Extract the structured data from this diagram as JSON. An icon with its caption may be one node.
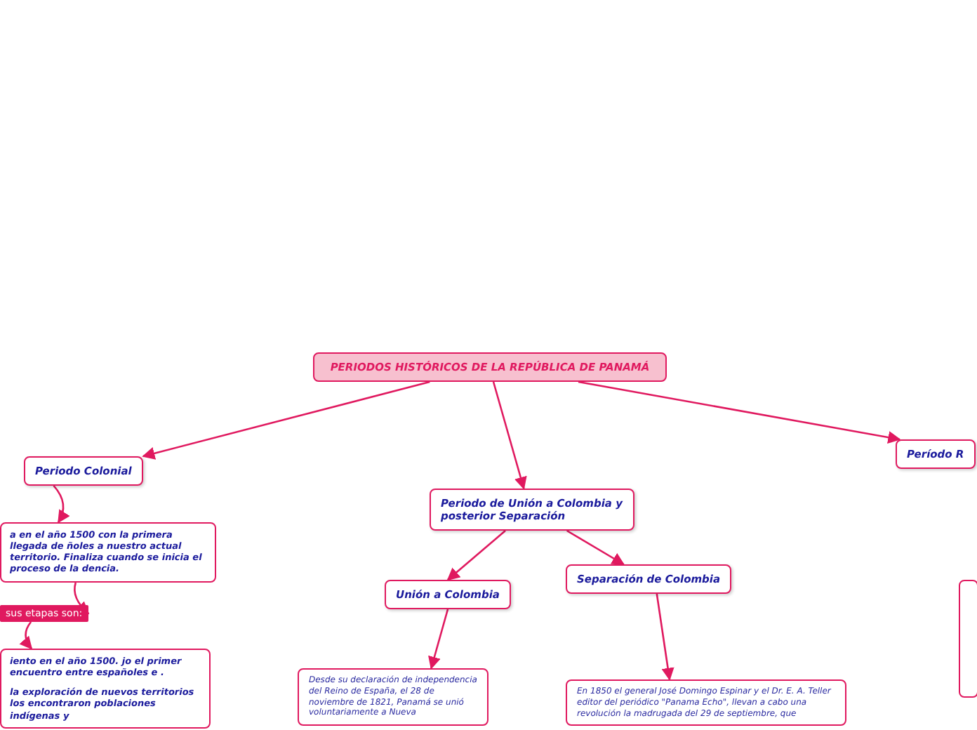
{
  "diagram": {
    "nodes": [
      {
        "text": [
          "PERIODOS HISTÓRICOS DE LA  REPÚBLICA DE PANAMÁ"
        ]
      },
      {
        "text": [
          "Periodo Colonial"
        ]
      },
      {
        "text": [
          "a en el año 1500 con la primera llegada de ñoles a nuestro actual territorio. Finaliza cuando se inicia el proceso de la dencia."
        ]
      },
      {
        "text": [
          "sus etapas son:"
        ]
      },
      {
        "text": [
          "iento en el año 1500. jo el primer encuentro entre españoles e .",
          "la exploración de nuevos territorios los encontraron poblaciones indígenas y"
        ]
      },
      {
        "text": [
          "Periodo de Unión a Colombia y posterior Separación"
        ]
      },
      {
        "text": [
          "Unión a Colombia"
        ]
      },
      {
        "text": [
          "Separación de Colombia"
        ]
      },
      {
        "text": [
          "Desde su declaración de independencia del Reino de España, el 28 de noviembre de 1821, Panamá se unió voluntariamente a Nueva"
        ]
      },
      {
        "text": [
          "En 1850 el general José Domingo Espinar y el Dr. E. A. Teller editor del periódico \"Panama Echo\", llevan a cabo una revolución la madrugada del 29 de septiembre, que"
        ]
      },
      {
        "text": [
          "Período R"
        ]
      },
      {
        "text": [],
        "shape": "box"
      }
    ],
    "edges": [
      {
        "from": 0,
        "to": 1,
        "arrow": "to"
      },
      {
        "from": 0,
        "to": 5,
        "arrow": "to"
      },
      {
        "from": 0,
        "to": 10,
        "arrow": "to"
      },
      {
        "from": 1,
        "to": 2,
        "arrow": "to"
      },
      {
        "from": 2,
        "to": 3,
        "arrow": "to"
      },
      {
        "from": 3,
        "to": 4,
        "arrow": "to"
      },
      {
        "from": 5,
        "to": 6,
        "arrow": "to"
      },
      {
        "from": 5,
        "to": 7,
        "arrow": "to"
      },
      {
        "from": 6,
        "to": 8,
        "arrow": "to"
      },
      {
        "from": 7,
        "to": 9,
        "arrow": "to"
      }
    ]
  }
}
